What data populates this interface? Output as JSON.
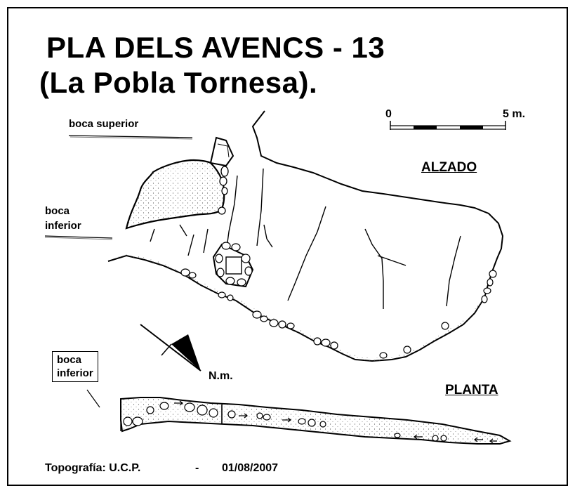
{
  "title": {
    "line1": "PLA  DELS  AVENCS - 13",
    "line2": "(La  Pobla  Tornesa)."
  },
  "scale_bar": {
    "start_label": "0",
    "end_label": "5 m."
  },
  "views": {
    "elevation": "ALZADO",
    "plan": "PLANTA"
  },
  "labels": {
    "upper_entrance": "boca superior",
    "lower_entrance_line1": "boca",
    "lower_entrance_line2": "inferior",
    "plan_entrance_line1": "boca",
    "plan_entrance_line2": "inferior",
    "north": "N.m."
  },
  "credit": {
    "survey": "Topografía:  U.C.P.",
    "separator": "-",
    "date": "01/08/2007"
  },
  "icons": [
    "north-arrow-icon",
    "scale-bar-icon"
  ]
}
